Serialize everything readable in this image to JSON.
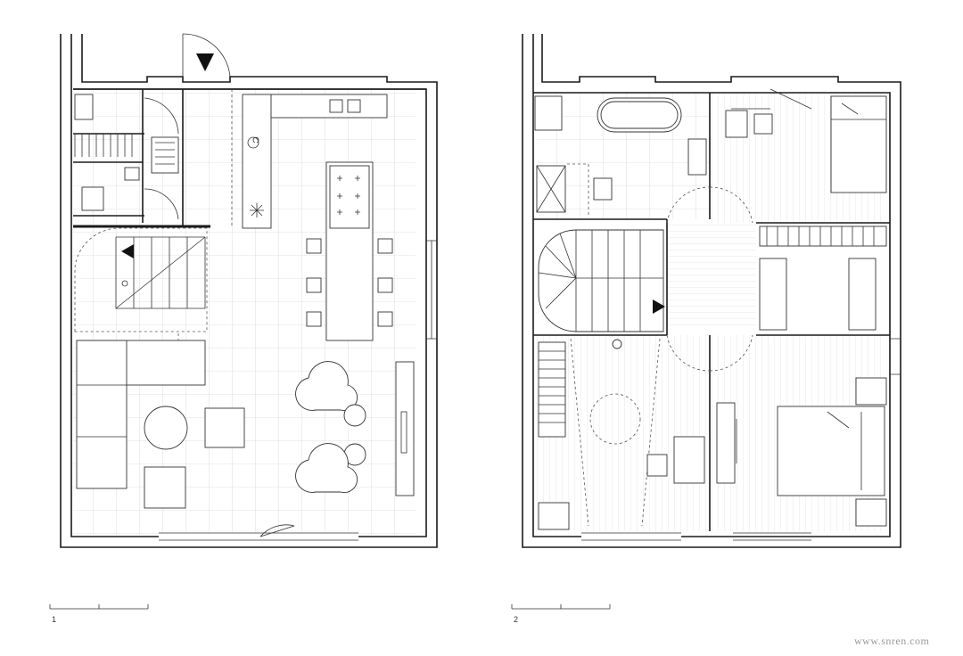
{
  "plans": [
    {
      "id": "ground-floor",
      "label": "1"
    },
    {
      "id": "upper-floor",
      "label": "2"
    }
  ],
  "watermark": "www.snren.com",
  "colors": {
    "line": "#1a1a1a",
    "grid": "#c8c8c8",
    "background": "#ffffff"
  }
}
